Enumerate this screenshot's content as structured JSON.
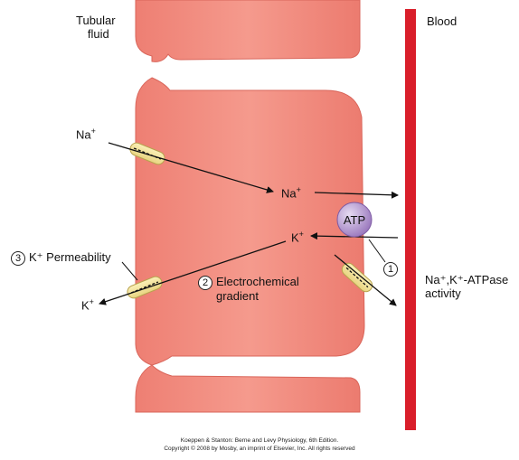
{
  "labels": {
    "tubular_fluid_line1": "Tubular",
    "tubular_fluid_line2": "fluid",
    "blood": "Blood",
    "na_tubular": "Na",
    "na_cell": "Na",
    "k_cell": "K",
    "k_out": "K",
    "plus": "+",
    "atp": "ATP",
    "k_permeability_num": "3",
    "k_permeability": "K⁺ Permeability",
    "electrochem_num": "2",
    "electrochem_line1": "Electrochemical",
    "electrochem_line2": "gradient",
    "pump_num": "1",
    "pump_line1": "Na⁺,K⁺-ATPase",
    "pump_line2": "activity"
  },
  "credit": {
    "line1": "Koeppen & Stanton: Berne and Levy Physiology, 6th Edition.",
    "line2": "Copyright © 2008 by Mosby, an imprint of Elsevier, Inc. All rights reserved"
  },
  "colors": {
    "cell_fill": "#f0877a",
    "cell_edge": "#d9655a",
    "blood_vessel": "#d91e2a",
    "channel": "#f5e69a",
    "atp_fill": "#b79bd0"
  }
}
